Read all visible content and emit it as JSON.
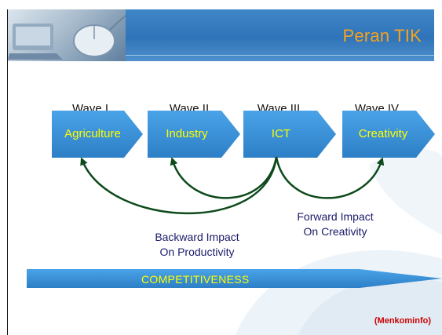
{
  "slide": {
    "title": "Peran TIK",
    "source": "(Menkominfo)"
  },
  "waves": [
    {
      "label": "Wave I",
      "stage": "Agriculture"
    },
    {
      "label": "Wave II",
      "stage": "Industry"
    },
    {
      "label": "Wave III",
      "stage": "ICT"
    },
    {
      "label": "Wave IV",
      "stage": "Creativity"
    }
  ],
  "impacts": {
    "backward": {
      "line1": "Backward Impact",
      "line2": "On Productivity"
    },
    "forward": {
      "line1": "Forward Impact",
      "line2": "On Creativity"
    }
  },
  "band": {
    "label": "COMPETITIVENESS"
  },
  "colors": {
    "header_blue": "#2f74b8",
    "title_orange": "#f7a21b",
    "stage_arrow_blue": "#3a8fd6",
    "stage_text_yellow": "#ffff00",
    "curve_green": "#0d4a1c",
    "source_red": "#cc0000"
  }
}
